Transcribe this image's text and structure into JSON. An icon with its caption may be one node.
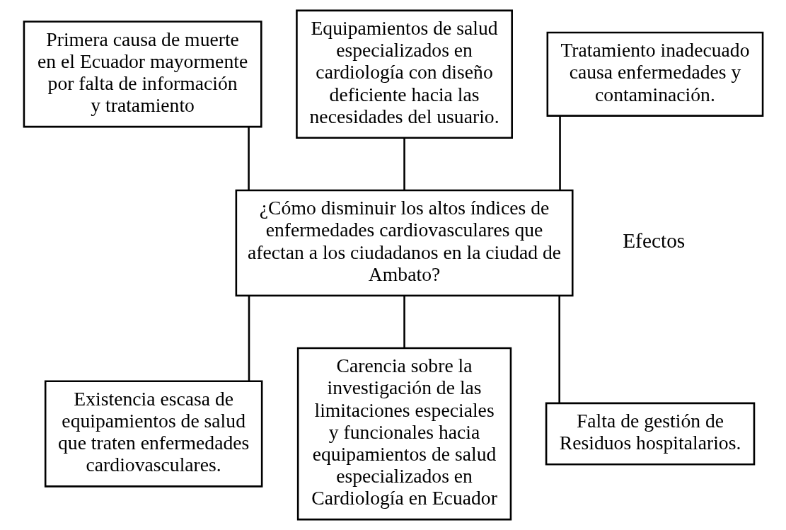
{
  "diagram": {
    "nodes": [
      {
        "text": [
          "Primera causa de muerte en el Ecuador mayormente por falta de información y tratamiento"
        ]
      },
      {
        "text": [
          "Equipamientos de salud especializados en cardiología con diseño deficiente hacia las necesidades del usuario."
        ]
      },
      {
        "text": [
          "Tratamiento inadecuado causa enfermedades y contaminación."
        ]
      },
      {
        "text": [
          "¿Cómo disminuir los altos índices de enfermedades cardiovasculares que afectan a los ciudadanos en la ciudad de Ambato?"
        ]
      },
      {
        "text": [
          "Existencia escasa de equipamientos de salud que traten enfermedades cardiovasculares."
        ]
      },
      {
        "text": [
          "Carencia sobre la investigación de las limitaciones especiales y funcionales hacia equipamientos de salud especializados en Cardiología en Ecuador"
        ]
      },
      {
        "text": [
          "Falta de gestión de Residuos hospitalarios."
        ]
      }
    ],
    "edges": [
      {
        "from": 0,
        "to": 3,
        "arrow": "none"
      },
      {
        "from": 1,
        "to": 3,
        "arrow": "none"
      },
      {
        "from": 2,
        "to": 3,
        "arrow": "none"
      },
      {
        "from": 3,
        "to": 4,
        "arrow": "none"
      },
      {
        "from": 3,
        "to": 5,
        "arrow": "none"
      },
      {
        "from": 3,
        "to": 6,
        "arrow": "none"
      }
    ],
    "labels": [
      "Efectos"
    ]
  }
}
